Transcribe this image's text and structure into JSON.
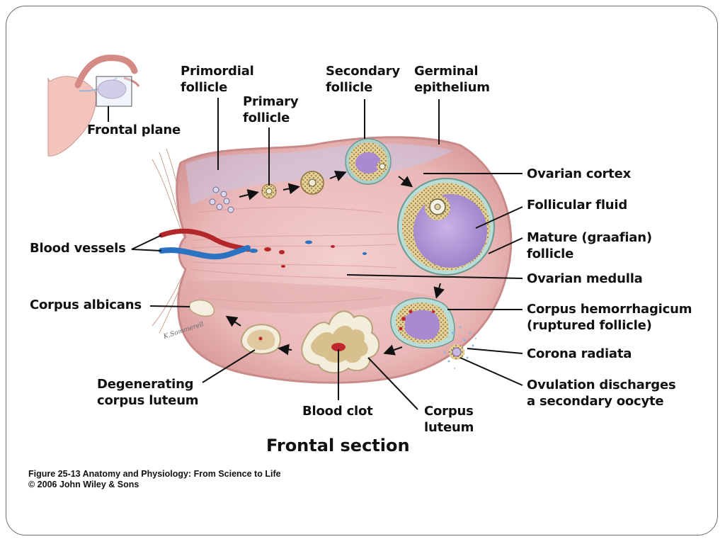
{
  "labels": {
    "frontal_plane": "Frontal plane",
    "primordial_follicle": [
      "Primordial",
      "follicle"
    ],
    "primary_follicle": [
      "Primary",
      "follicle"
    ],
    "secondary_follicle": [
      "Secondary",
      "follicle"
    ],
    "germinal_epithelium": [
      "Germinal",
      "epithelium"
    ],
    "ovarian_cortex": "Ovarian cortex",
    "follicular_fluid": "Follicular fluid",
    "mature_follicle": [
      "Mature (graafian)",
      "follicle"
    ],
    "ovarian_medulla": "Ovarian medulla",
    "corpus_hemorrhagicum": [
      "Corpus hemorrhagicum",
      "(ruptured follicle)"
    ],
    "corona_radiata": "Corona radiata",
    "ovulation": [
      "Ovulation discharges",
      "a secondary oocyte"
    ],
    "blood_vessels": "Blood vessels",
    "corpus_albicans": "Corpus albicans",
    "degenerating_corpus_luteum": [
      "Degenerating",
      "corpus luteum"
    ],
    "blood_clot": "Blood clot",
    "corpus_luteum": [
      "Corpus",
      "luteum"
    ]
  },
  "title": "Frontal section",
  "caption": [
    "Figure 25-13  Anatomy and Physiology: From Science to Life",
    "© 2006 John Wiley & Sons"
  ],
  "signature": "K.Sommerell",
  "colors": {
    "ovary_tissue": "#eab8b8",
    "cortex_tint": "#c9c6e6",
    "follicle_fluid": "#b49ad6",
    "granulosa": "#d9c48a",
    "artery": "#b3262a",
    "vein": "#2a72c2",
    "leader_line": "#111111"
  }
}
